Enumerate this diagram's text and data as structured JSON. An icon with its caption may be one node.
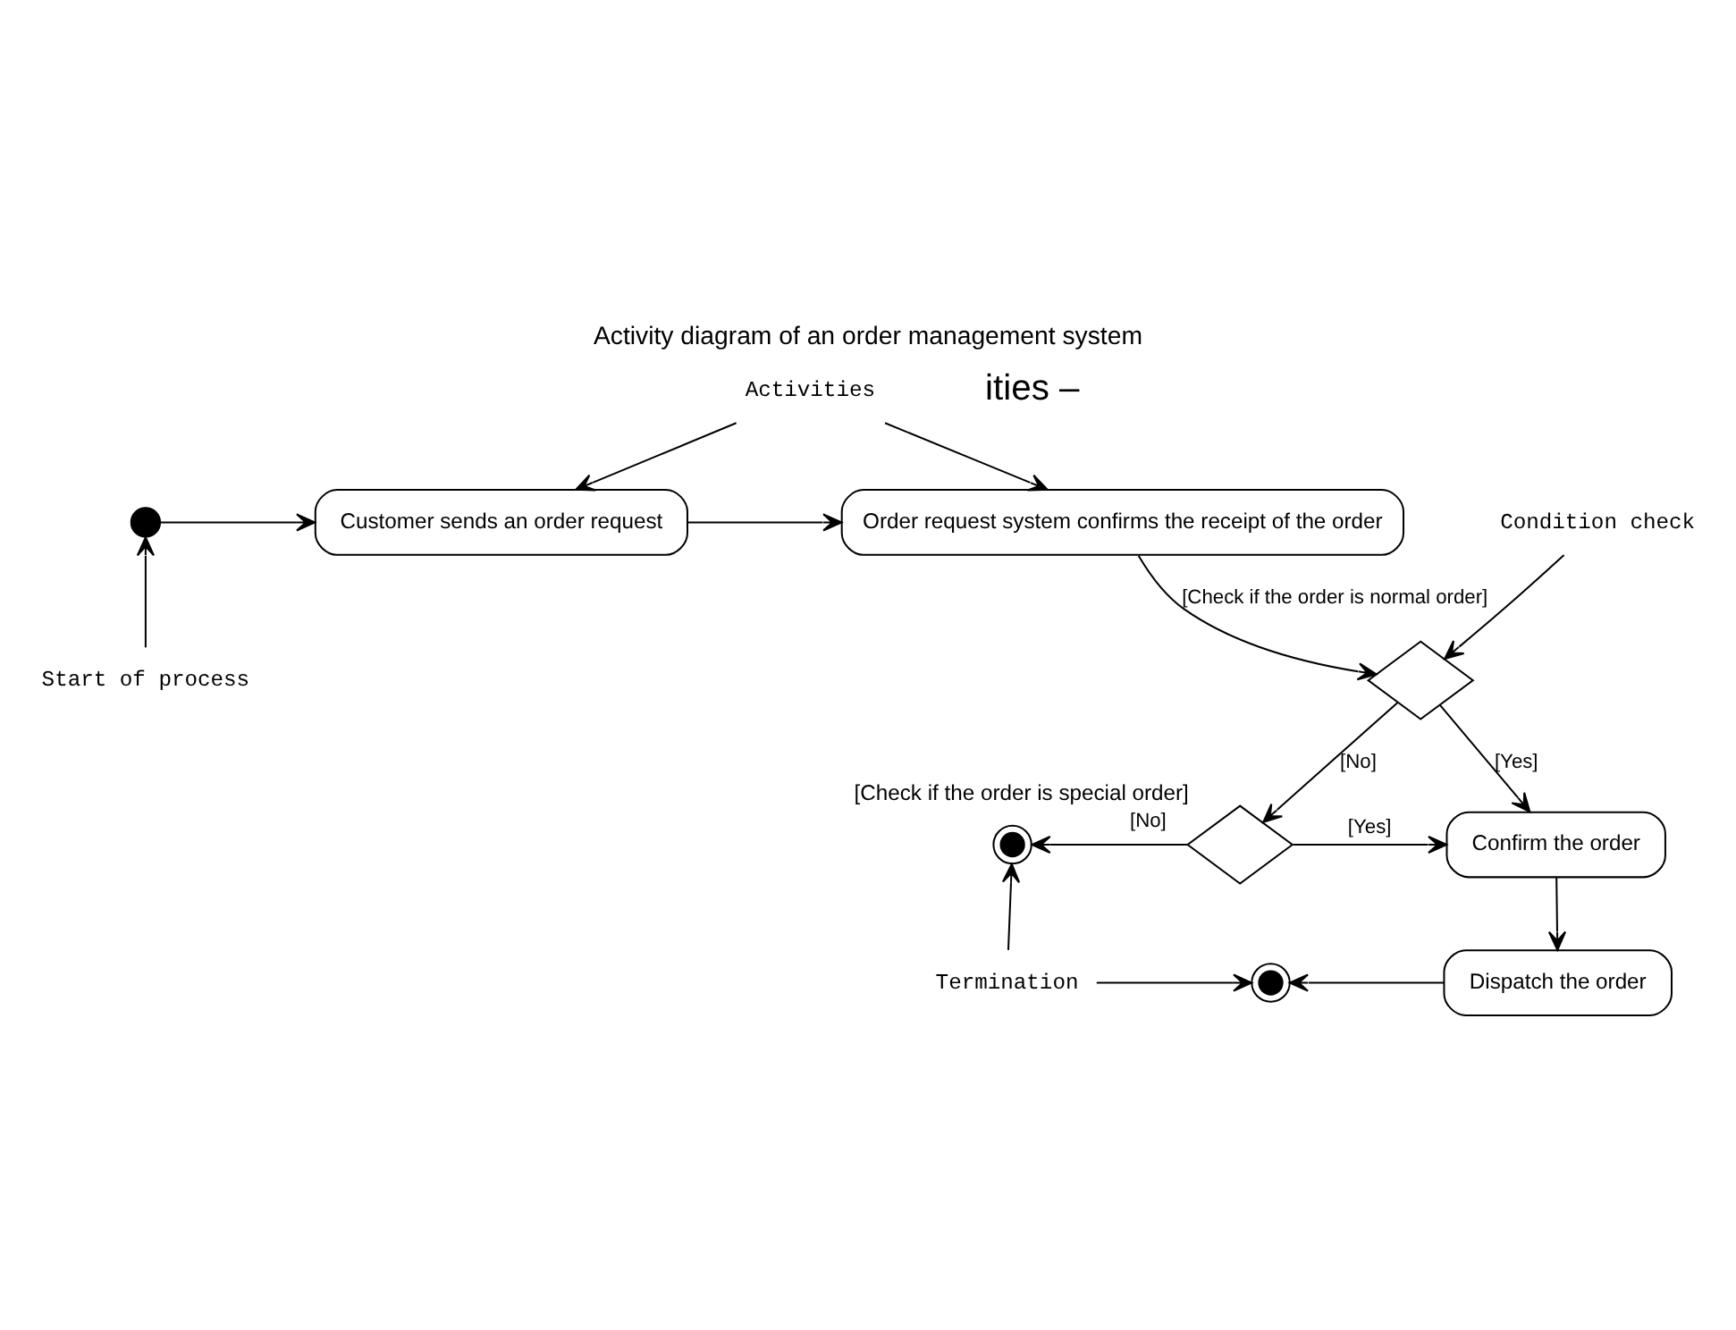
{
  "diagram": {
    "title": "Activity diagram of an order management system",
    "nodes": [
      {
        "text": [],
        "shape": "circle"
      },
      {
        "text": [
          "Customer sends an order request"
        ]
      },
      {
        "text": [
          "Order request system confirms the receipt of the order"
        ]
      },
      {
        "text": [],
        "shape": "diamond"
      },
      {
        "text": [],
        "shape": "diamond",
        "beside": [
          "[Check if the order is special order]"
        ]
      },
      {
        "text": [],
        "shape": "circle"
      },
      {
        "text": [
          "Confirm the order"
        ]
      },
      {
        "text": [
          "Dispatch the order"
        ]
      },
      {
        "text": [],
        "shape": "circle"
      },
      {
        "text": [
          "Activities"
        ]
      },
      {
        "text": [
          "Start of process"
        ]
      },
      {
        "text": [
          "Condition check"
        ]
      },
      {
        "text": [
          "Termination"
        ]
      }
    ],
    "edges": [
      {
        "from": 0,
        "to": 1,
        "arrow": "to"
      },
      {
        "from": 1,
        "to": 2,
        "arrow": "to"
      },
      {
        "from": 2,
        "to": 3,
        "arrow": "to",
        "label": "[Check if the order is normal order]"
      },
      {
        "from": 3,
        "to": 4,
        "arrow": "to",
        "label": "[No]"
      },
      {
        "from": 3,
        "to": 6,
        "arrow": "to",
        "label": "[Yes]"
      },
      {
        "from": 4,
        "to": 5,
        "arrow": "to",
        "label": "[No]"
      },
      {
        "from": 4,
        "to": 6,
        "arrow": "to",
        "label": "[Yes]"
      },
      {
        "from": 6,
        "to": 7,
        "arrow": "to"
      },
      {
        "from": 7,
        "to": 8,
        "arrow": "to"
      },
      {
        "from": 9,
        "to": 1,
        "arrow": "to"
      },
      {
        "from": 9,
        "to": 2,
        "arrow": "to"
      },
      {
        "from": 10,
        "to": 0,
        "arrow": "to"
      },
      {
        "from": 11,
        "to": 3,
        "arrow": "to"
      },
      {
        "from": 12,
        "to": 5,
        "arrow": "to"
      },
      {
        "from": 12,
        "to": 8,
        "arrow": "to"
      }
    ],
    "labels": [
      "ities –"
    ]
  }
}
